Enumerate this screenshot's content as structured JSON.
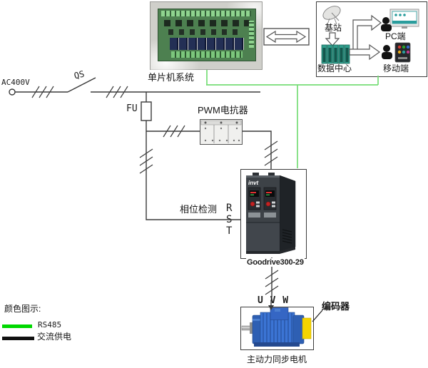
{
  "power_chain": {
    "source": "AC400V",
    "breaker": "QS",
    "fuse": "FU",
    "reactor": "PWM电抗器",
    "phase_detection": "相位检测",
    "input_phases": {
      "r": "R",
      "s": "S",
      "t": "T"
    },
    "output_phases": "U V W"
  },
  "mcu": {
    "label": "单片机系统"
  },
  "cloud": {
    "base_station": "基站",
    "data_center": "数据中心",
    "pc_terminal": "PC端",
    "mobile_terminal": "移动端"
  },
  "inverter": {
    "model": "Goodrive300-29",
    "brand": "invt"
  },
  "motor": {
    "label": "主动力同步电机",
    "encoder": "编码器"
  },
  "legend": {
    "title": "颜色图示:",
    "items": [
      {
        "label": "RS485",
        "color": "#00d800"
      },
      {
        "label": "交流供电",
        "color": "#111111"
      }
    ]
  },
  "colors": {
    "rs485_line": "#76dd76",
    "ac_line": "#3a3a3a"
  }
}
